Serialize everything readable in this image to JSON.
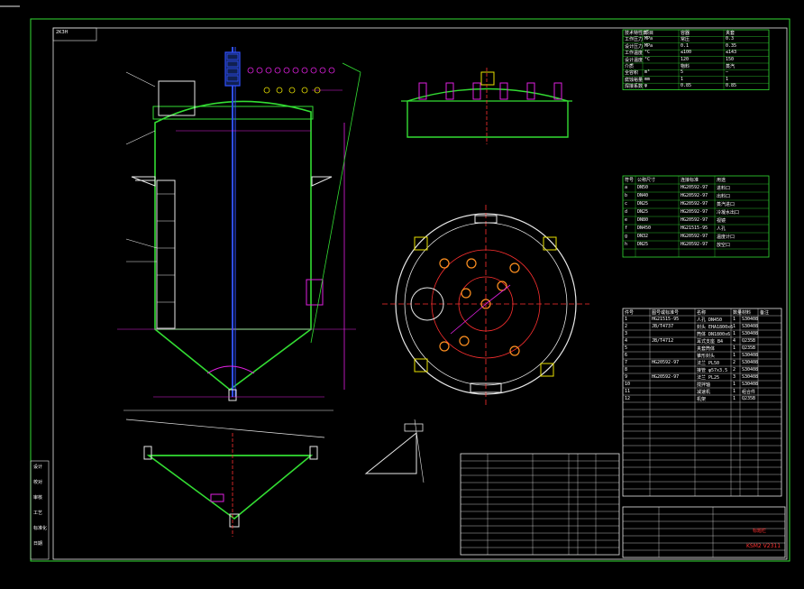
{
  "drawing": {
    "corner_tag": "2K3H",
    "title_mark": "KSM2 V2311",
    "block_title": "标题栏"
  },
  "side_notes": [
    "设计",
    "校对",
    "审核",
    "工艺",
    "标准化",
    "日期"
  ],
  "spec_header": [
    "技术特性表",
    "项目",
    "容器",
    "夹套"
  ],
  "spec_rows": [
    [
      "工作压力",
      "MPa",
      "常压",
      "0.3"
    ],
    [
      "设计压力",
      "MPa",
      "0.1",
      "0.35"
    ],
    [
      "工作温度",
      "°C",
      "≤100",
      "≤143"
    ],
    [
      "设计温度",
      "°C",
      "120",
      "150"
    ],
    [
      "介质",
      "",
      "物料",
      "蒸汽"
    ],
    [
      "全容积",
      "m³",
      "5",
      "—"
    ],
    [
      "腐蚀裕量",
      "mm",
      "1",
      "1"
    ],
    [
      "焊接系数",
      "φ",
      "0.85",
      "0.85"
    ]
  ],
  "nozzle_header": [
    "符号",
    "公称尺寸",
    "连接标准",
    "用途"
  ],
  "nozzle_rows": [
    [
      "a",
      "DN50",
      "HG20592-97",
      "进料口"
    ],
    [
      "b",
      "DN40",
      "HG20592-97",
      "出料口"
    ],
    [
      "c",
      "DN25",
      "HG20592-97",
      "蒸汽进口"
    ],
    [
      "d",
      "DN25",
      "HG20592-97",
      "冷凝水出口"
    ],
    [
      "e",
      "DN80",
      "HG20592-97",
      "视镜"
    ],
    [
      "f",
      "DN450",
      "HG21515-95",
      "人孔"
    ],
    [
      "g",
      "DN32",
      "HG20592-97",
      "温度计口"
    ],
    [
      "h",
      "DN25",
      "HG20592-97",
      "放空口"
    ]
  ],
  "parts_header": [
    "件号",
    "图号或标准号",
    "名称",
    "数量",
    "材料",
    "备注"
  ],
  "parts_rows": [
    [
      "1",
      "HG21515-95",
      "人孔 DN450",
      "1",
      "S30408",
      ""
    ],
    [
      "2",
      "JB/T4737",
      "封头 EHA1800x6",
      "1",
      "S30408",
      ""
    ],
    [
      "3",
      "",
      "筒体 DN1800x6",
      "1",
      "S30408",
      ""
    ],
    [
      "4",
      "JB/T4712",
      "耳式支座 B4",
      "4",
      "Q235B",
      ""
    ],
    [
      "5",
      "",
      "夹套筒体",
      "1",
      "Q235B",
      ""
    ],
    [
      "6",
      "",
      "锥形封头",
      "1",
      "S30408",
      ""
    ],
    [
      "7",
      "HG20592-97",
      "法兰 PL50",
      "2",
      "S30408",
      ""
    ],
    [
      "8",
      "",
      "接管 φ57x3.5",
      "2",
      "S30408",
      ""
    ],
    [
      "9",
      "HG20592-97",
      "法兰 PL25",
      "3",
      "S30408",
      ""
    ],
    [
      "10",
      "",
      "搅拌轴",
      "1",
      "S30408",
      ""
    ],
    [
      "11",
      "",
      "减速机",
      "1",
      "组合件",
      ""
    ],
    [
      "12",
      "",
      "机架",
      "1",
      "Q235B",
      ""
    ]
  ]
}
